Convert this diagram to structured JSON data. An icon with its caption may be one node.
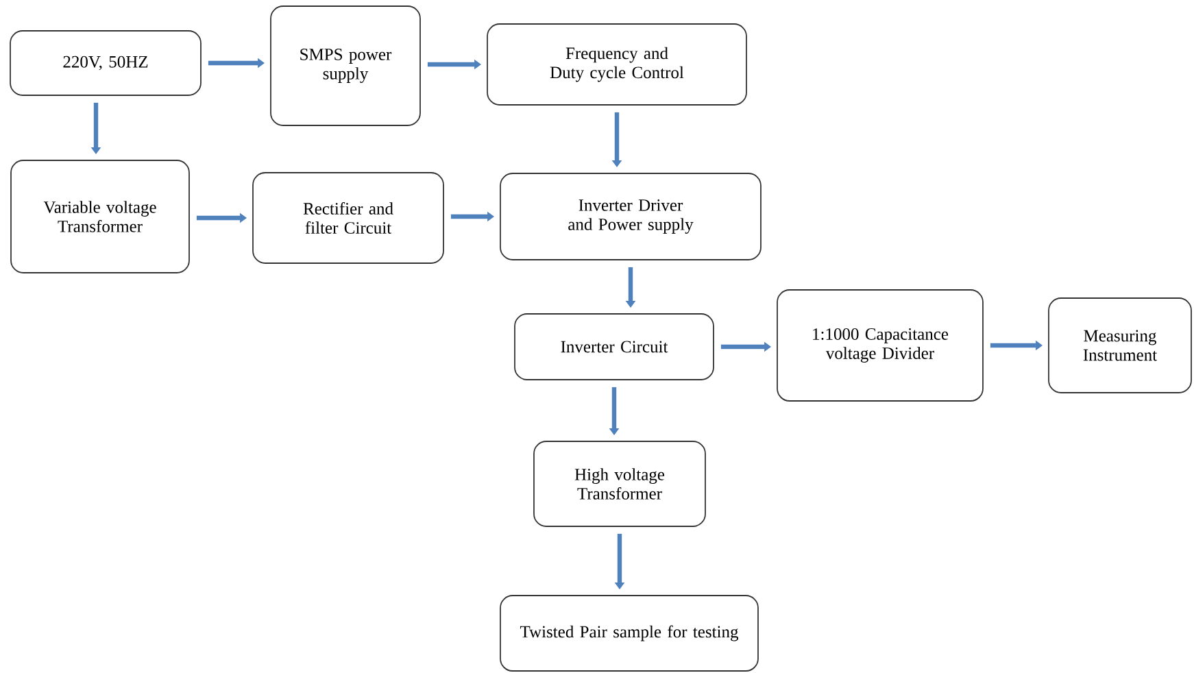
{
  "diagram": {
    "nodes": [
      {
        "text": [
          "220V, 50HZ"
        ]
      },
      {
        "text": [
          "SMPS power supply"
        ]
      },
      {
        "text": [
          "Frequency and Duty cycle Control"
        ]
      },
      {
        "text": [
          "Variable voltage Transformer"
        ]
      },
      {
        "text": [
          "Rectifier and filter Circuit"
        ]
      },
      {
        "text": [
          "Inverter Driver and Power supply"
        ]
      },
      {
        "text": [
          "Inverter Circuit"
        ]
      },
      {
        "text": [
          "1:1000 Capacitance voltage Divider"
        ]
      },
      {
        "text": [
          "Measuring Instrument"
        ]
      },
      {
        "text": [
          "High voltage Transformer"
        ]
      },
      {
        "text": [
          "Twisted Pair sample for testing"
        ]
      }
    ],
    "edges": [
      {
        "from": 0,
        "to": 1,
        "arrow": "to"
      },
      {
        "from": 1,
        "to": 2,
        "arrow": "to"
      },
      {
        "from": 0,
        "to": 3,
        "arrow": "to"
      },
      {
        "from": 2,
        "to": 5,
        "arrow": "to"
      },
      {
        "from": 3,
        "to": 4,
        "arrow": "to"
      },
      {
        "from": 4,
        "to": 5,
        "arrow": "to"
      },
      {
        "from": 5,
        "to": 6,
        "arrow": "to"
      },
      {
        "from": 6,
        "to": 7,
        "arrow": "to"
      },
      {
        "from": 7,
        "to": 8,
        "arrow": "to"
      },
      {
        "from": 6,
        "to": 9,
        "arrow": "to"
      },
      {
        "from": 9,
        "to": 10,
        "arrow": "to"
      }
    ]
  }
}
